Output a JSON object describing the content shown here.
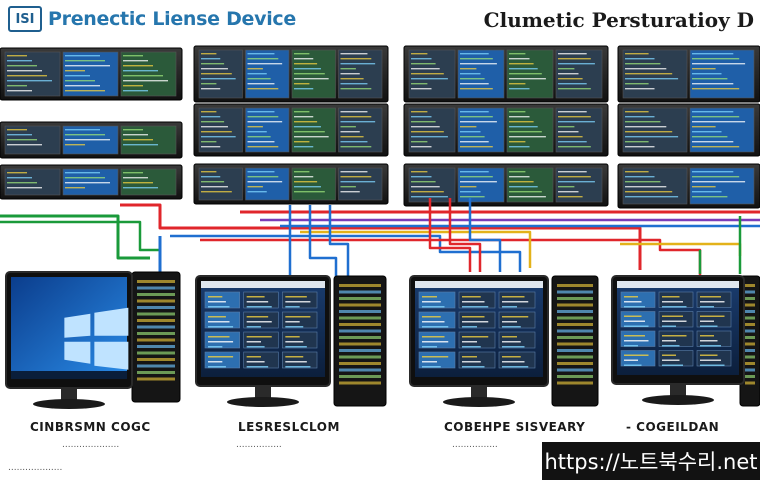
{
  "header": {
    "logo_text": "ISI",
    "title_left": "Prenectic Liense Device",
    "title_right": "Clumetic Persturatioy D"
  },
  "computers": [
    {
      "label": "CINBRSMN COGC",
      "sublabel": "...................."
    },
    {
      "label": "LESRESLCLOM",
      "sublabel": "................"
    },
    {
      "label": "COBEHPE SISVEARY",
      "sublabel": "................"
    },
    {
      "label": "- COGEILDAN",
      "sublabel": ""
    }
  ],
  "bottom_left_text": "...................",
  "watermark": "https://노트북수리.net",
  "colors": {
    "red": "#e0262b",
    "blue": "#1f6fd0",
    "green": "#1a9a3a",
    "yellow": "#e3b21a",
    "purple": "#7a3db8",
    "rack": "#1b1b1b",
    "screen_blue": "#1b4a8a",
    "win_blue": "#1c74d6"
  }
}
